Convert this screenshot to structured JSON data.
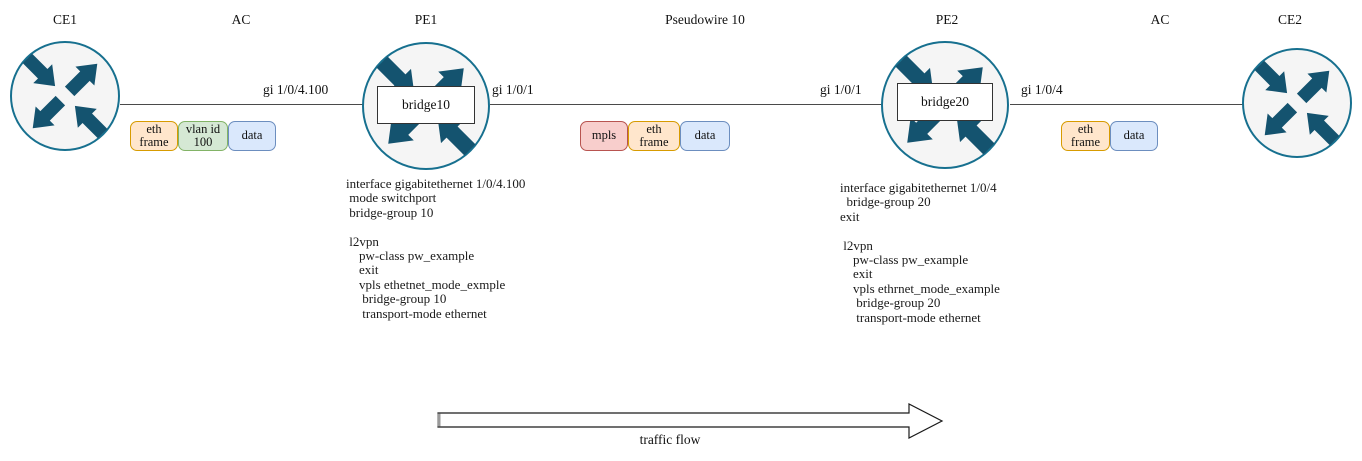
{
  "nodes": {
    "ce1": {
      "label": "CE1"
    },
    "pe1": {
      "label": "PE1",
      "bridge": "bridge10"
    },
    "pe2": {
      "label": "PE2",
      "bridge": "bridge20"
    },
    "ce2": {
      "label": "CE2"
    }
  },
  "segments": {
    "ac_left": "AC",
    "pseudowire": "Pseudowire 10",
    "ac_right": "AC"
  },
  "interfaces": {
    "ce1_pe1": "gi 1/0/4.100",
    "pe1_core": "gi 1/0/1",
    "pe2_core": "gi 1/0/1",
    "pe2_ce2": "gi 1/0/4"
  },
  "packets": {
    "ac_left": [
      {
        "label": "eth\nframe",
        "type": "eth"
      },
      {
        "label": "vlan id\n100",
        "type": "vlan"
      },
      {
        "label": "data",
        "type": "data"
      }
    ],
    "pseudowire": [
      {
        "label": "mpls",
        "type": "mpls"
      },
      {
        "label": "eth\nframe",
        "type": "eth"
      },
      {
        "label": "data",
        "type": "data"
      }
    ],
    "ac_right": [
      {
        "label": "eth\nframe",
        "type": "eth"
      },
      {
        "label": "data",
        "type": "data"
      }
    ]
  },
  "configs": {
    "pe1": "interface gigabitethernet 1/0/4.100\n mode switchport\n bridge-group 10\n\n l2vpn\n    pw-class pw_example\n    exit\n    vpls ethetnet_mode_exmple\n     bridge-group 10\n     transport-mode ethernet",
    "pe2": "interface gigabitethernet 1/0/4\n  bridge-group 20\nexit\n\n l2vpn\n    pw-class pw_example\n    exit\n    vpls ethrnet_mode_example\n     bridge-group 20\n     transport-mode ethernet"
  },
  "traffic_flow": {
    "label": "traffic flow"
  },
  "colors": {
    "router_fill": "#f5f5f5",
    "router_stroke": "#17708f",
    "router_arrow": "#14536f",
    "link_line": "#4a4a4a",
    "eth_fill": "#ffe6cc",
    "eth_border": "#d79b00",
    "vlan_fill": "#d5e8d4",
    "vlan_border": "#82b366",
    "data_fill": "#dae8fc",
    "data_border": "#6c8ebf",
    "mpls_fill": "#f8cecc",
    "mpls_border": "#b85450"
  }
}
